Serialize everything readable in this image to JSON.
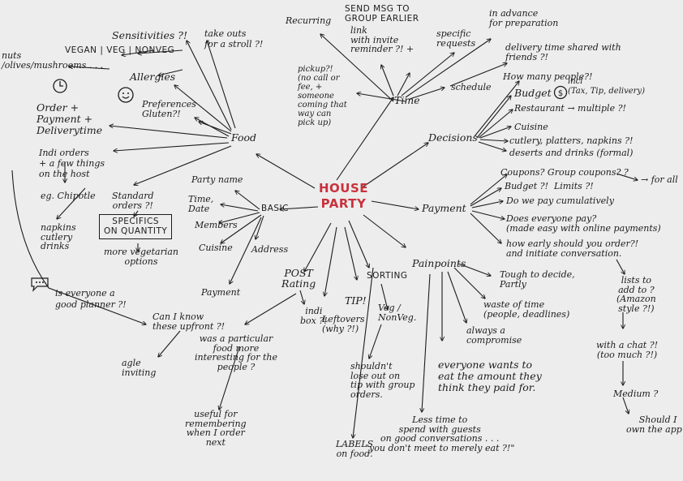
{
  "center": "HOUSE\nPARTY",
  "branches": {
    "food": "Food",
    "time": "Time",
    "decisions": "Decisions",
    "payment": "Payment",
    "painpoints": "Painpoints",
    "basic": "BASIC",
    "post_rating": "POST\nRating",
    "tip": "TIP!",
    "sorting": "SORTING"
  },
  "food": {
    "sensitivities": "Sensitivities ?!",
    "diet": "VEGAN | VEG | NONVEG",
    "nuts": "nuts\n/olives/mushrooms . . .",
    "allergies": "Allergies",
    "preferences": "Preferences\nGluten?!",
    "order": "Order +\nPayment +\nDeliverytime",
    "indi_orders": "Indi orders\n+ a few things\non the host",
    "chipotle": "eg. Chipotle",
    "standard": "Standard\norders ?!",
    "specifics": "SPECIFICS\nON QUANTITY",
    "napkins": "napkins\ncutlery\ndrinks",
    "vegetarian": "more vegetarian\noptions",
    "planners": "is everyone a\ngood planner ?!",
    "take_outs": "take outs\nfor a stroll ?!"
  },
  "time": {
    "recurring": "Recurring",
    "send_msg": "SEND MSG TO\nGROUP EARLIER",
    "link": "link\nwith invite\nreminder ?! +",
    "specific_requests": "specific\nrequests",
    "in_advance": "in advance\nfor preparation",
    "schedule": "schedule",
    "delivery_shared": "delivery time shared with\nfriends ?!",
    "pickup": "pickup?!\n(no call or\nfee, +\nsomeone\ncoming that\nway can\npick up)"
  },
  "decisions": {
    "how_many": "How many people?!",
    "budget": "Budget",
    "incl": "incl\n(Tax, Tip, delivery)",
    "restaurant": "Restaurant → multiple ?!",
    "cuisine": "Cuisine",
    "cutlery": "cutlery, platters, napkins ?!",
    "desserts": "deserts and drinks (formal)"
  },
  "payment": {
    "coupons": "Coupons? Group coupons? ?",
    "for_all": "→ for all",
    "budget_limits": "Budget ?!  Limits ?!",
    "cumulative": "Do we pay cumulatively",
    "everyone_pay": "Does everyone pay?\n(made easy with online payments)",
    "how_early": "how early should you order?!\nand initiate conversation."
  },
  "painpoints": {
    "tough": "Tough to decide,\nPartly",
    "waste": "waste of time\n(people, deadlines)",
    "compromise": "always a\ncompromise",
    "everyone_wants": "everyone wants to\neat the amount they\nthink they paid for.",
    "less_time": "Less time to\nspend with guests\non good conversations . . .\n\"you don't meet to merely eat ?!\"",
    "lists": "lists to\nadd to ?\n(Amazon\nstyle ?!)",
    "chat": "with a chat ?!\n(too much ?!)",
    "medium": "Medium ?",
    "should_i": "Should I\nown the app ?"
  },
  "basic": {
    "party_name": "Party name",
    "time_date": "Time,\nDate",
    "members": "Members",
    "cuisine": "Cuisine",
    "address": "Address",
    "payment": "Payment"
  },
  "post": {
    "indi_box": "indi\nbox ?!",
    "can_i_know": "Can I know\nthese upfront ?!",
    "agle": "agle\ninviting",
    "particular_food": "was a particular\nfood more\ninteresting for the\npeople ?",
    "useful": "useful for\nremembering\nwhen I order\nnext"
  },
  "tip_sorting": {
    "leftovers": "Leftovers\n(why ?!)",
    "veg": "Veg /\nNonVeg.",
    "shouldnt": "shouldn't\nlose out on\ntip with group\norders.",
    "labels": "LABELS\non food."
  },
  "colors": {
    "background": "#ecedec",
    "ink": "#1c1c1c",
    "accent": "#c9313c"
  },
  "icons": [
    "clock-icon",
    "smiley-icon",
    "dollar-icon",
    "chat-bubble-icon"
  ]
}
